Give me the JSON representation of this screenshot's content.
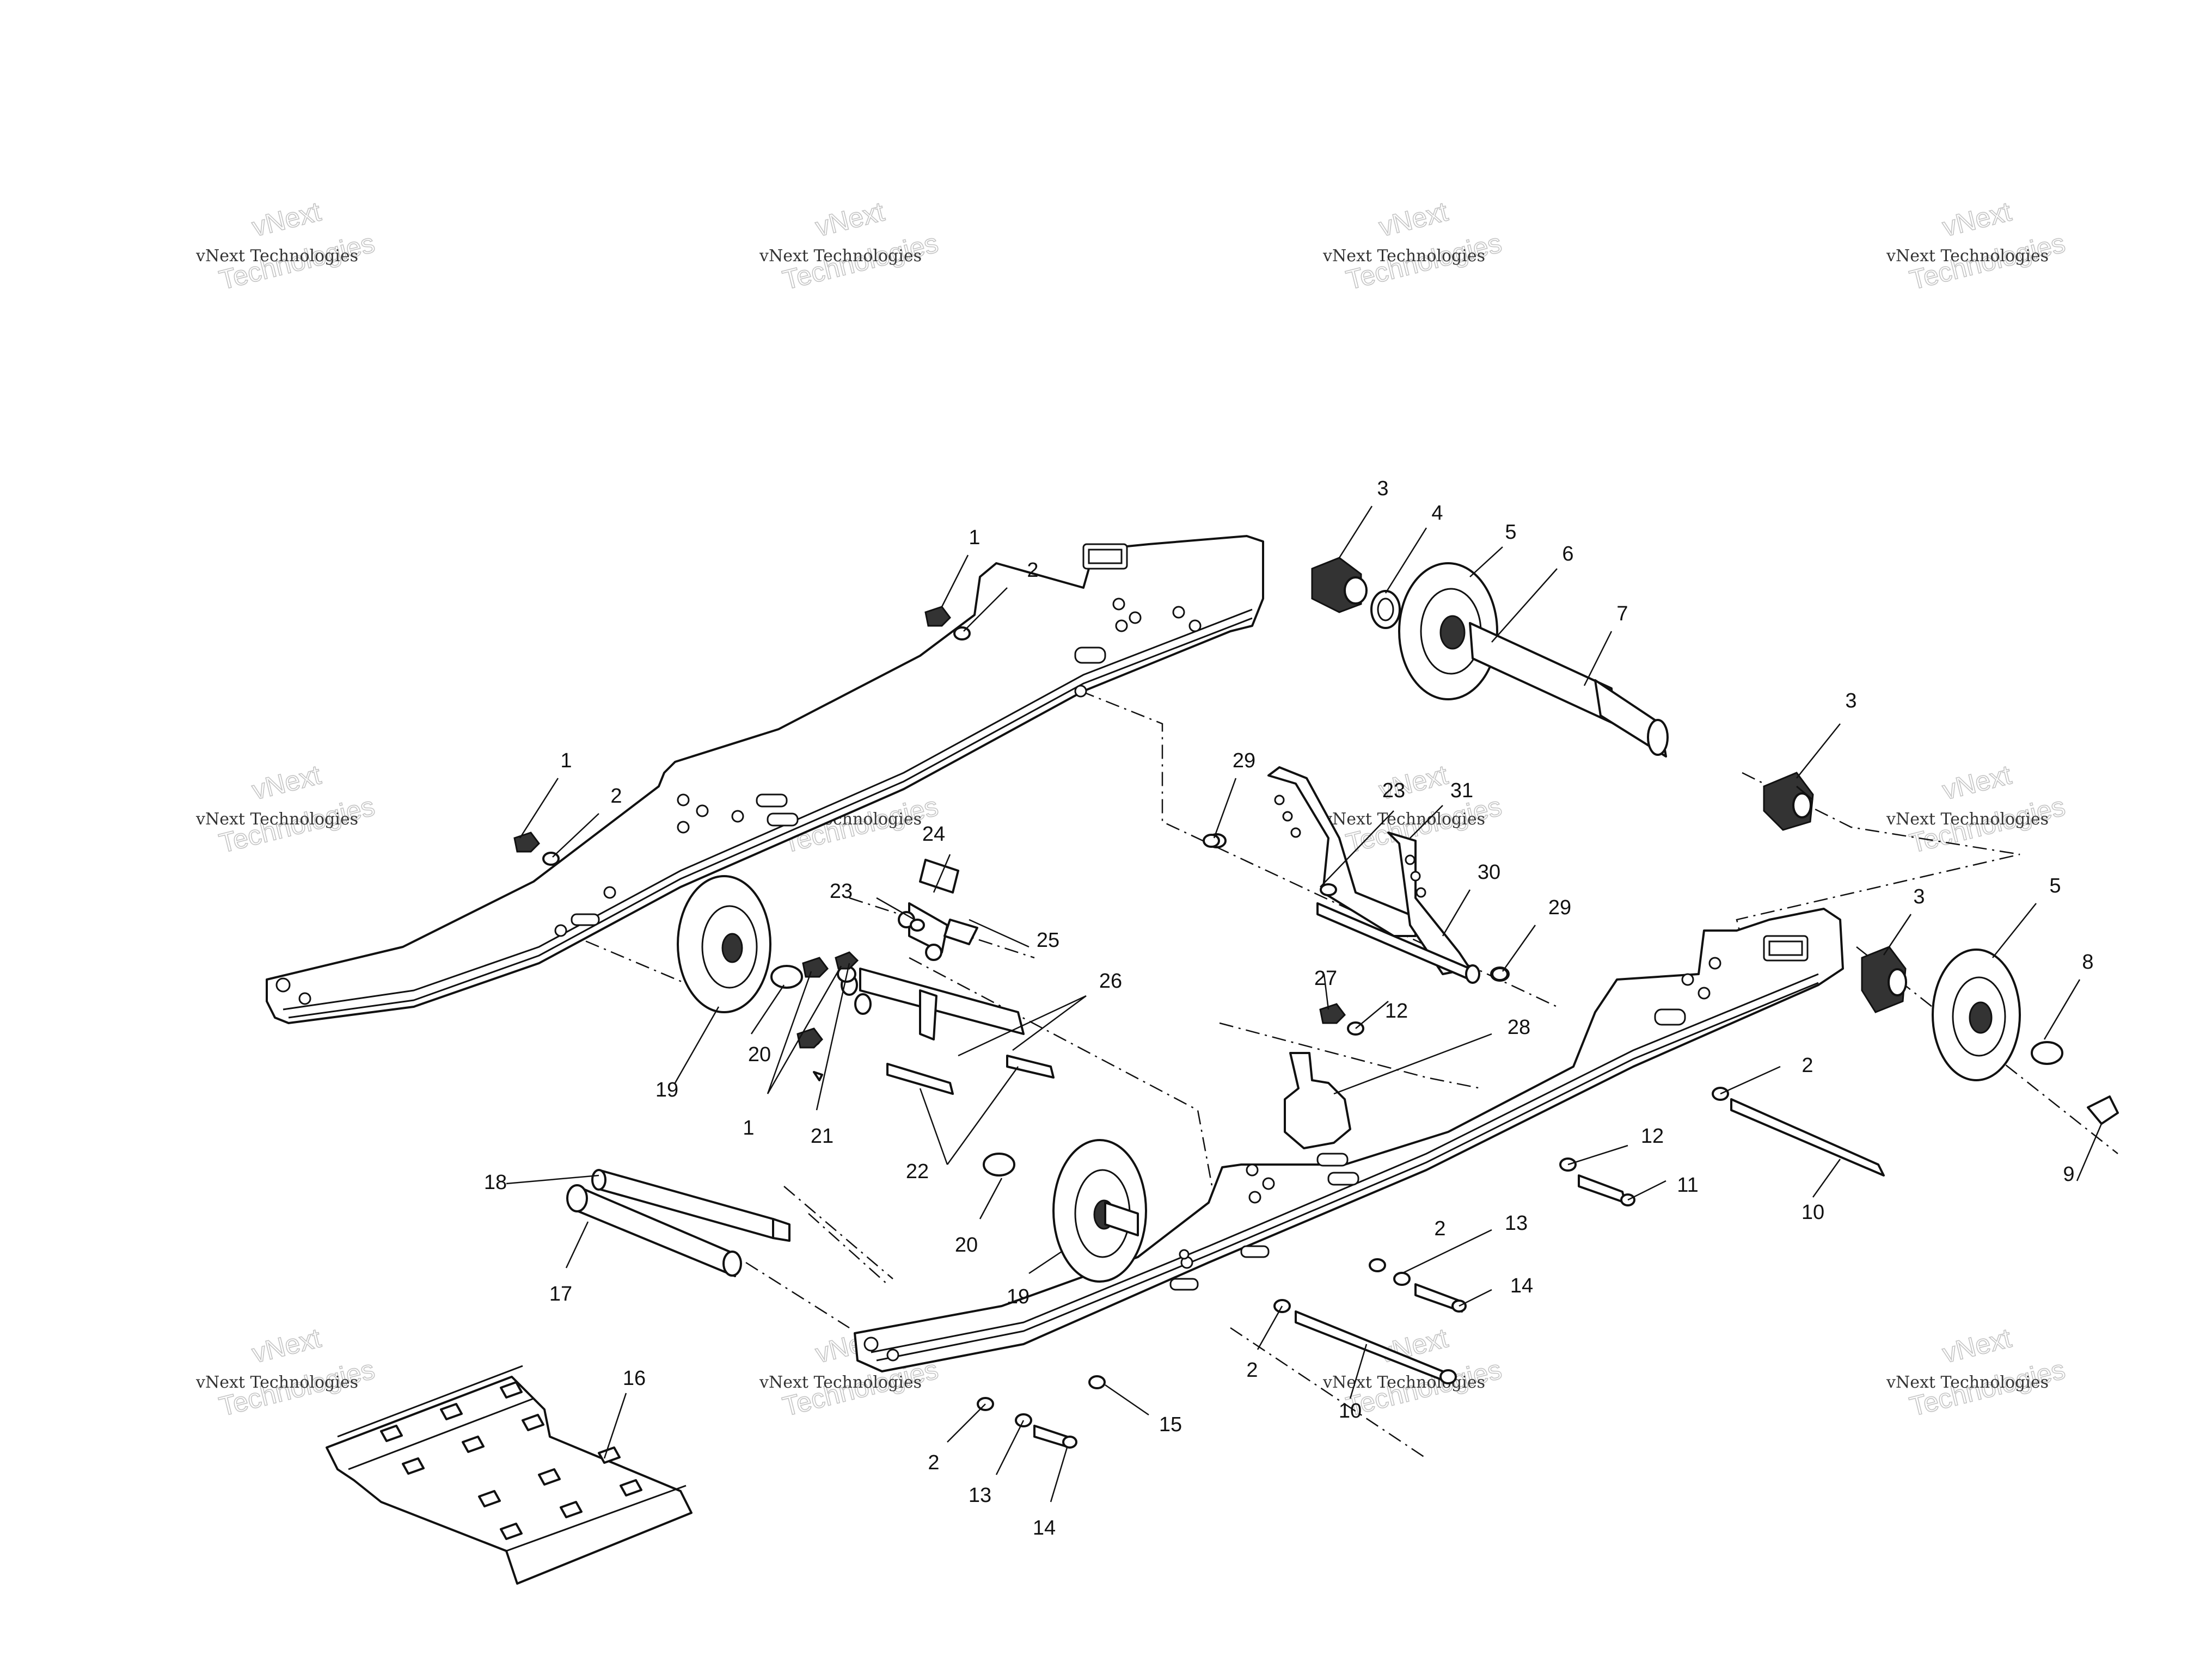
{
  "watermark": {
    "line1": "vNext Technologies",
    "line2": "vNext",
    "line3": "Technologies"
  },
  "callouts": [
    {
      "label": "1"
    },
    {
      "label": "2"
    },
    {
      "label": "3"
    },
    {
      "label": "4"
    },
    {
      "label": "5"
    },
    {
      "label": "6"
    },
    {
      "label": "7"
    },
    {
      "label": "3"
    },
    {
      "label": "1"
    },
    {
      "label": "2"
    },
    {
      "label": "29"
    },
    {
      "label": "23"
    },
    {
      "label": "31"
    },
    {
      "label": "24"
    },
    {
      "label": "23"
    },
    {
      "label": "25"
    },
    {
      "label": "30"
    },
    {
      "label": "29"
    },
    {
      "label": "3"
    },
    {
      "label": "5"
    },
    {
      "label": "8"
    },
    {
      "label": "9"
    },
    {
      "label": "27"
    },
    {
      "label": "12"
    },
    {
      "label": "28"
    },
    {
      "label": "26"
    },
    {
      "label": "19"
    },
    {
      "label": "20"
    },
    {
      "label": "1"
    },
    {
      "label": "21"
    },
    {
      "label": "22"
    },
    {
      "label": "2"
    },
    {
      "label": "12"
    },
    {
      "label": "11"
    },
    {
      "label": "10"
    },
    {
      "label": "18"
    },
    {
      "label": "17"
    },
    {
      "label": "20"
    },
    {
      "label": "19"
    },
    {
      "label": "2"
    },
    {
      "label": "13"
    },
    {
      "label": "14"
    },
    {
      "label": "2"
    },
    {
      "label": "10"
    },
    {
      "label": "16"
    },
    {
      "label": "15"
    },
    {
      "label": "2"
    },
    {
      "label": "13"
    },
    {
      "label": "14"
    }
  ]
}
